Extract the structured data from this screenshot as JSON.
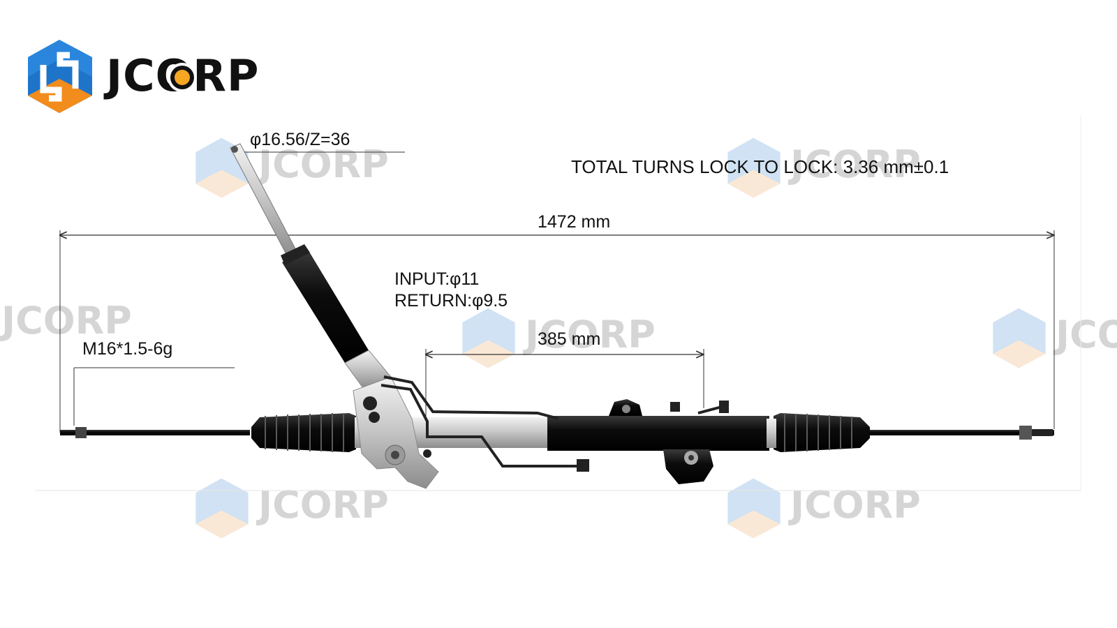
{
  "brand": {
    "name": "JCORP",
    "colors": {
      "blue": "#1e74c9",
      "orange": "#f28c1c",
      "dot": "#f5a623",
      "text": "#111111"
    }
  },
  "watermark": {
    "text": "JCORP"
  },
  "dimensions": {
    "pinion_gear": "φ16.56/Z=36",
    "total_turns": "TOTAL TURNS LOCK TO LOCK: 3.36 mm±0.1",
    "total_length": "1472 mm",
    "input_port": "INPUT:φ11",
    "return_port": "RETURN:φ9.5",
    "stroke_length": "385 mm",
    "thread_spec": "M16*1.5-6g"
  },
  "icons": [
    "jcorp-logo-icon",
    "steering-rack-illustration"
  ]
}
